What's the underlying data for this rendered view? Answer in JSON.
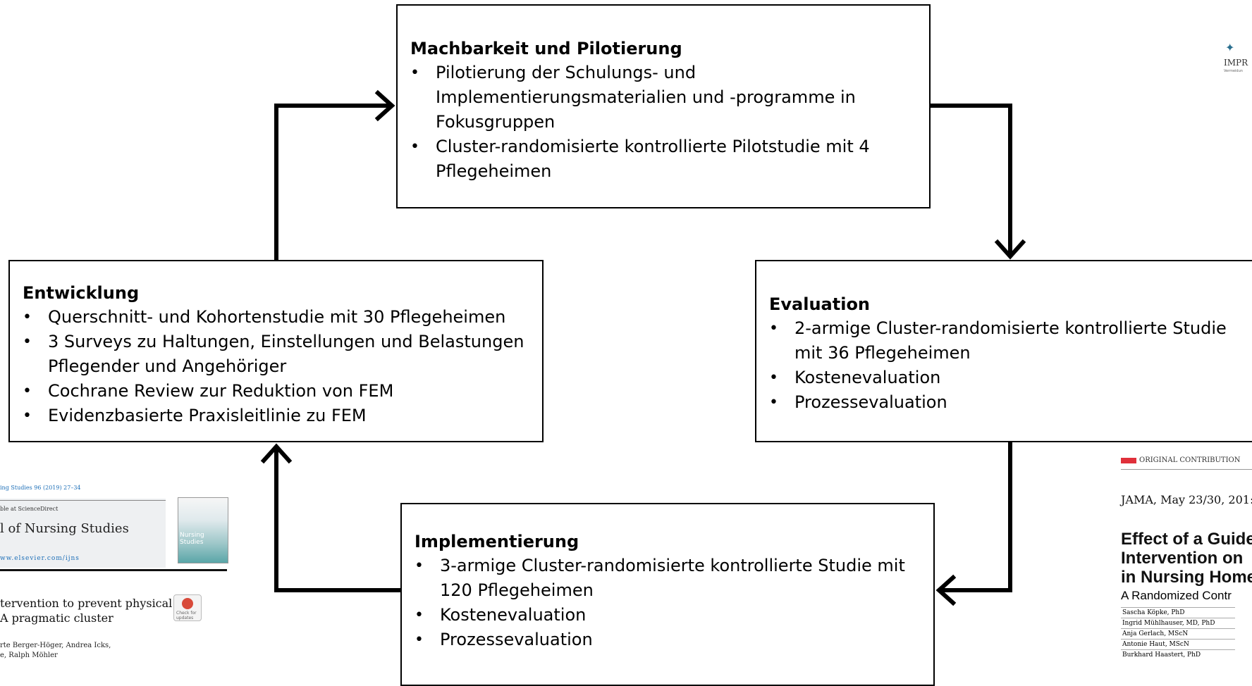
{
  "boxes": {
    "machbarkeit": {
      "title": "Machbarkeit und Pilotierung",
      "items": [
        "Pilotierung der Schulungs- und Implementierungsmaterialien und -programme in Fokusgruppen",
        "Cluster-randomisierte kontrollierte Pilotstudie mit 4 Pflegeheimen"
      ]
    },
    "entwicklung": {
      "title": "Entwicklung",
      "items": [
        "Querschnitt- und Kohortenstudie mit 30  Pflegeheimen",
        "3 Surveys zu Haltungen, Einstellungen  und Belastungen Pflegender und Angehöriger",
        "Cochrane Review zur Reduktion von FEM",
        "Evidenzbasierte Praxisleitlinie zu FEM"
      ]
    },
    "evaluation": {
      "title": "Evaluation",
      "items": [
        "2-armige Cluster-randomisierte kontrollierte Studie mit 36 Pflegeheimen",
        "Kostenevaluation",
        "Prozessevaluation"
      ]
    },
    "implementierung": {
      "title": "Implementierung",
      "items": [
        "3-armige Cluster-randomisierte kontrollierte Studie  mit 120 Pflegeheimen",
        "Kostenevaluation",
        "Prozessevaluation"
      ]
    }
  },
  "paper_left": {
    "meta": "ing Studies 96 (2019) 27–34",
    "available": "ble at ScienceDirect",
    "journal": "l of Nursing Studies",
    "url": "ww.elsevier.com/ijns",
    "cover_label": "Nursing Studies",
    "title_line1": "tervention to prevent physical",
    "title_line2": "A pragmatic cluster",
    "badge_label": "Check for updates",
    "authors_line1": "rte Berger-Höger, Andrea Icks,",
    "authors_line2": "e, Ralph Möhler"
  },
  "paper_right": {
    "section": "ORIGINAL CONTRIBUTION",
    "citation": "JAMA, May 23/30, 201:",
    "title_line1": "Effect of a Guide",
    "title_line2": "Intervention on",
    "title_line3": "in Nursing Home",
    "subtitle": "A Randomized Contr",
    "authors": [
      "Sascha Köpke, PhD",
      "Ingrid Mühlhauser, MD, PhD",
      "Anja Gerlach, MScN",
      "Antonie Haut, MScN",
      "Burkhard Haastert, PhD"
    ]
  },
  "logo": {
    "text": "IMPR",
    "subtext": "Vermeidun"
  }
}
